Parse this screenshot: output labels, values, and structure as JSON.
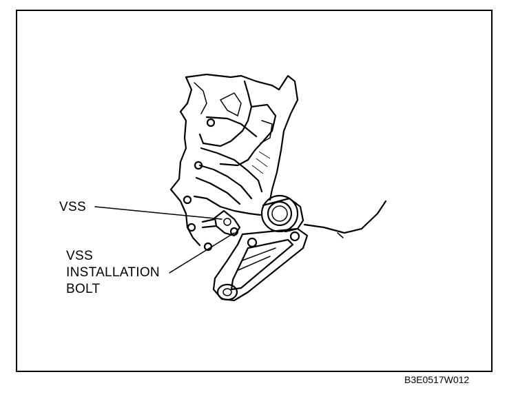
{
  "labels": {
    "vss": "VSS",
    "bolt_lines": [
      "VSS",
      "INSTALLATION",
      "BOLT"
    ]
  },
  "figure_code": "B3E0517W012"
}
